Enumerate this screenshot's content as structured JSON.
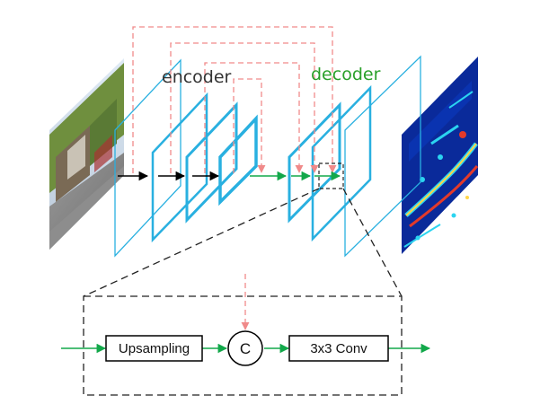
{
  "labels": {
    "encoder": "encoder",
    "decoder": "decoder"
  },
  "detail": {
    "upsampling": "Upsampling",
    "concat": "C",
    "conv": "3x3 Conv"
  },
  "colors": {
    "layer_outline": "#29b0e0",
    "skip_connection": "#f08a8a",
    "encoder_arrow": "#000000",
    "decoder_arrow": "#12a84a",
    "decoder_text": "#2aa02a",
    "encoder_text": "#333333",
    "box_outline": "#000000"
  },
  "images": {
    "input": "road-scene-photo",
    "output": "heatmap-prediction"
  }
}
